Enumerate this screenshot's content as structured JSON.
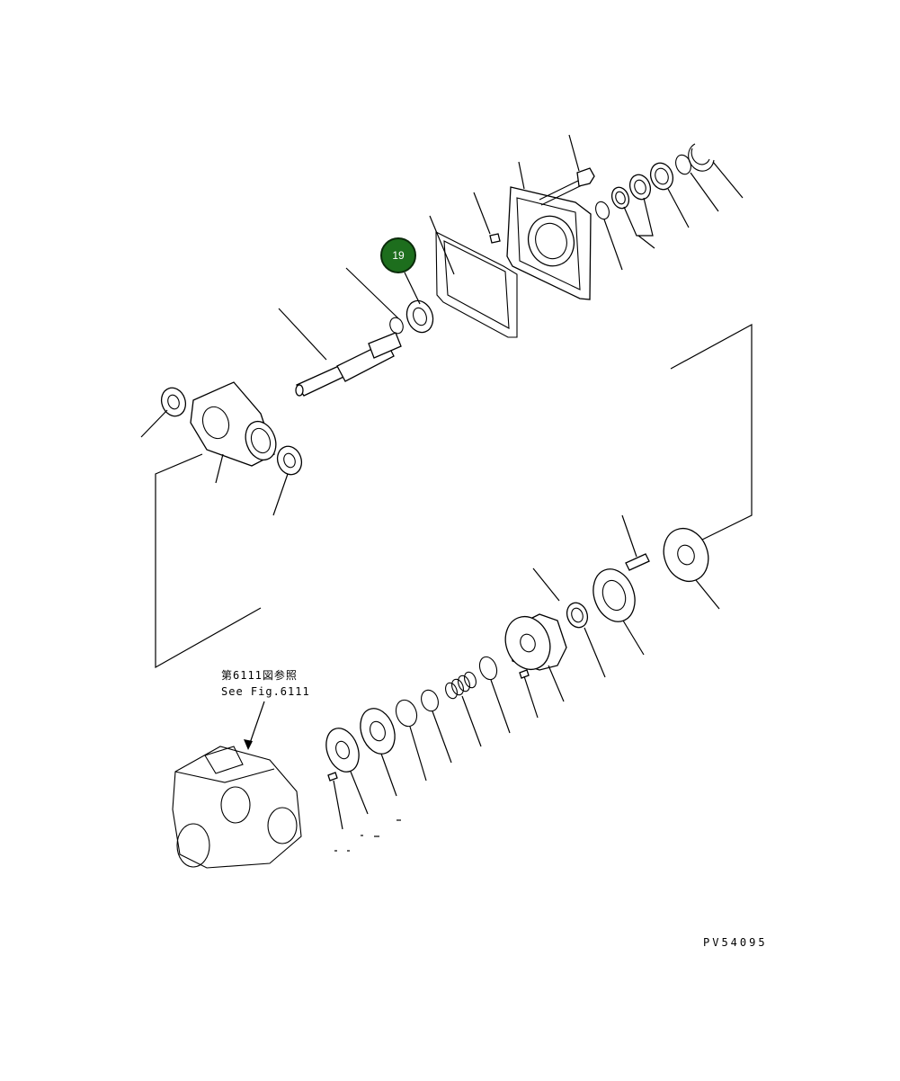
{
  "callout": {
    "number": "19",
    "color": "#1d6e1d"
  },
  "reference": {
    "japanese": "第6111図参照",
    "english": "See Fig.6111"
  },
  "drawing_number": "PV54095"
}
